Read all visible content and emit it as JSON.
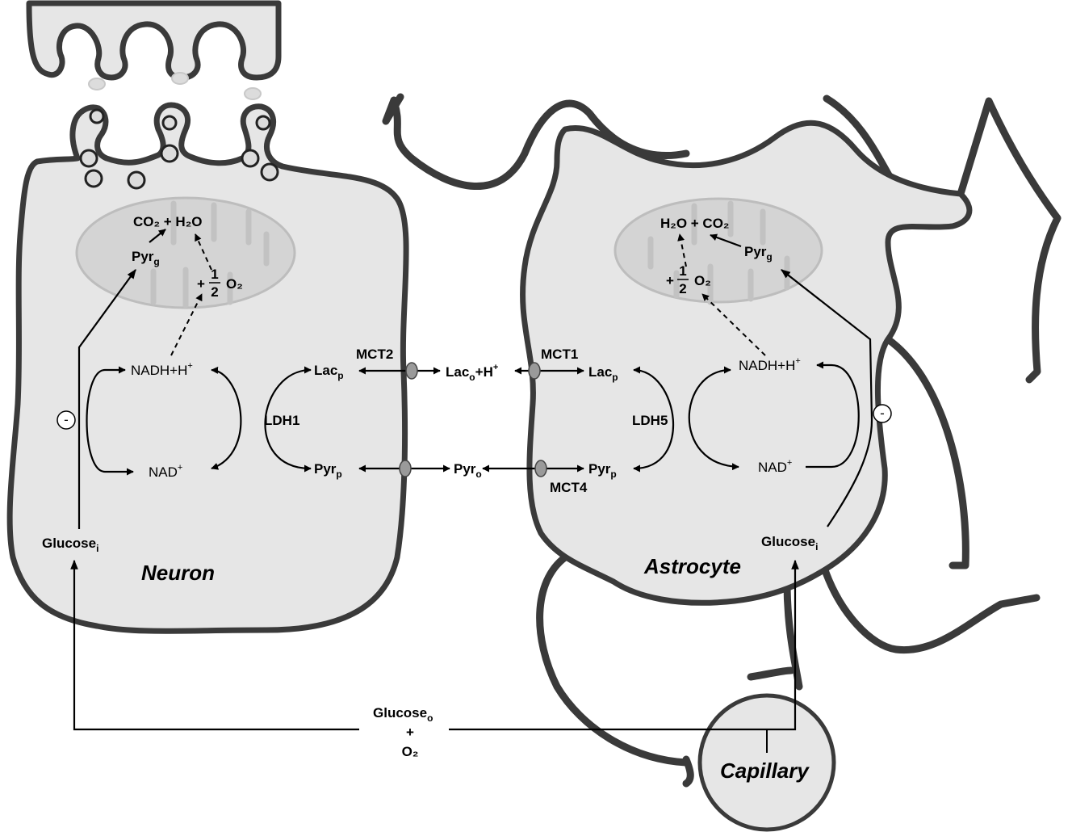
{
  "titles": {
    "neuron": "Neuron",
    "astrocyte": "Astrocyte",
    "capillary": "Capillary"
  },
  "neuron": {
    "co2_h2o": "CO₂ + H₂O",
    "pyr_g": "Pyr",
    "pyr_g_sub": "g",
    "half_o2_plus": "+",
    "half_num": "1",
    "half_den": "2",
    "o2": "O₂",
    "nadh": "NADH+H",
    "nadh_sup": "+",
    "nad": "NAD",
    "nad_sup": "+",
    "lac_p": "Lac",
    "lac_p_sub": "p",
    "pyr_p": "Pyr",
    "pyr_p_sub": "p",
    "ldh": "LDH1",
    "glucose_i": "Glucose",
    "glucose_i_sub": "i",
    "inhibit": "-"
  },
  "astrocyte": {
    "h2o_co2": "H₂O + CO₂",
    "pyr_g": "Pyr",
    "pyr_g_sub": "g",
    "half_o2_plus": "+",
    "half_num": "1",
    "half_den": "2",
    "o2": "O₂",
    "nadh": "NADH+H",
    "nadh_sup": "+",
    "nad": "NAD",
    "nad_sup": "+",
    "lac_p": "Lac",
    "lac_p_sub": "p",
    "pyr_p": "Pyr",
    "pyr_p_sub": "p",
    "ldh": "LDH5",
    "glucose_i": "Glucose",
    "glucose_i_sub": "i",
    "inhibit": "-"
  },
  "extracellular": {
    "mct2": "MCT2",
    "mct1": "MCT1",
    "mct4": "MCT4",
    "lac_o": "Lac",
    "lac_o_sub": "o",
    "lac_o_rest": "+H",
    "lac_o_sup": "+",
    "pyr_o": "Pyr",
    "pyr_o_sub": "o",
    "glucose_o": "Glucose",
    "glucose_o_sub": "o",
    "plus": "+",
    "o2": "O₂"
  }
}
